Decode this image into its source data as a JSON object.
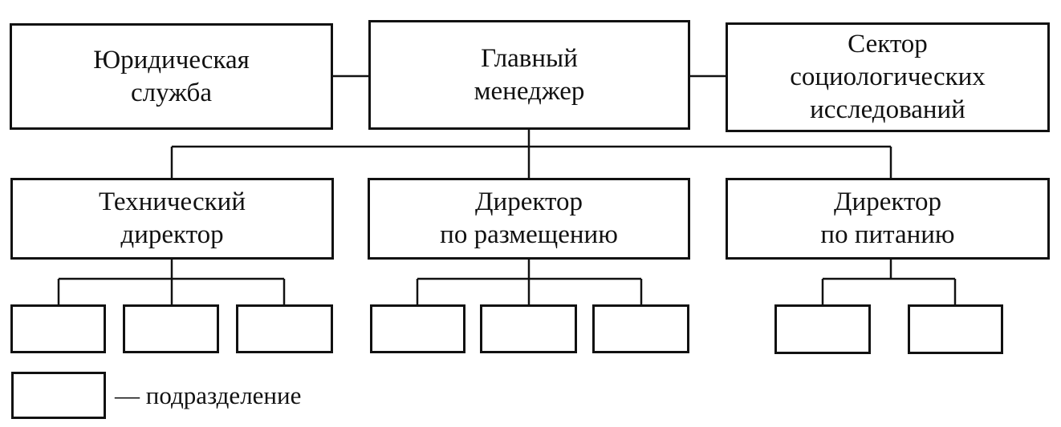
{
  "top_row": {
    "legal": "Юридическая\nслужба",
    "manager": "Главный\nменеджер",
    "research": "Сектор\nсоциологических\nисследований"
  },
  "directors": {
    "technical": "Технический\nдиректор",
    "accommodation": "Директор\nпо размещению",
    "catering": "Директор\nпо питанию"
  },
  "legend": {
    "label": "— подразделение"
  },
  "colors": {
    "line": "#111111",
    "background": "#ffffff"
  }
}
